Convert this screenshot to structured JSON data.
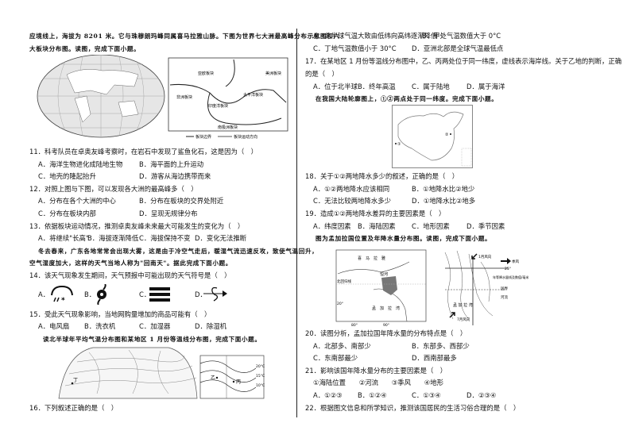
{
  "left": {
    "intro": [
      "应境线上，海拔为 8201 米。它与珠穆朗玛峰同属喜马拉雅山脉。下图为世界七大洲最高峰分布示意图和六",
      "大板块分布图。读图，完成下面小题。"
    ],
    "fig1": {
      "legend_boundary": "板块边界",
      "legend_motion": "板块运动方向",
      "plates": [
        "亚欧板块",
        "非洲板块",
        "印度洋板块",
        "太平洋板块",
        "美洲板块",
        "南极洲板块"
      ]
    },
    "q11": {
      "stem": "11．科考队员在卓奥友峰考察时，在岩石中发现了鲨鱼化石，这是因为（　）",
      "a": "A．海洋生物进化成陆地生物",
      "b": "B．海平面的上升运动",
      "c": "C．地壳的隆起抬升",
      "d": "D．游客从海边携带而来"
    },
    "q12": {
      "stem": "12．对照上图与下图，可以发现各大洲的最高峰多（　）",
      "a": "A．分布在各个大洲的中心",
      "b": "B．分布在板块的交界处附近",
      "c": "C．分布在板块内部",
      "d": "D．呈现无规律分布"
    },
    "q13": {
      "stem": "13．依据板块运动情况，推测卓奥友峰未来最大可能发生的变化为（　）",
      "a": "A．将继续\"长高\"",
      "b": "B．海拔逐渐降低",
      "c": "C．海拔保持不变",
      "d": "D．变化无法推断"
    },
    "passage2": [
      "冬去春来，广东各地常常会出现大雾，这是由于冷空气走后，暖湿气流迅速反攻，致使气温回升，",
      "空气湿度加大，这样的天气当地人称为\"回南天\"。据此完成下面小题。"
    ],
    "q14": {
      "stem": "14．该天气现象发生期间，天气预报中可能出现的天气符号是（　）",
      "a": "A．",
      "b": "B．",
      "c": "C．",
      "d": "D．"
    },
    "q15": {
      "stem": "15．受此天气现象影响，当地网购量增加的商品可能有（　）",
      "a": "A．电风扇",
      "b": "B．洗衣机",
      "c": "C．加湿器",
      "d": "D．除湿机"
    },
    "passage3": "读北半球年平均气温分布图和某地区 1 月份等温线分布图，完成下面小题。",
    "fig2": {
      "point_ding": "丁",
      "point_yi": "乙",
      "point_bing": "丙",
      "iso": [
        "20°C",
        "15°C",
        "10°C"
      ]
    },
    "q16": {
      "stem": "16．下列叙述正确的是（　）"
    }
  },
  "right": {
    "q16opts": {
      "a": "A．北半球气温大致由低纬向高纬逐渐降低",
      "b": "B．甲处气温数值大于 0°C",
      "c": "C．丁地气温数值小于 30°C",
      "d": "D．亚洲北部是全球气温最低点"
    },
    "q17": {
      "stem": "17．在某地区 1 月份等温线分布图中，乙、丙两处位于同一纬度，虚线表示海岸线。关于乙地的判断，正确",
      "stem2": "的是（　）",
      "a": "A．位于北半球",
      "b": "B．终年高温",
      "c": "C．属于陆地",
      "d": "D．属于海洋"
    },
    "passage4": "在我国大陆轮廓图上，①②两点处于同一纬度。完成下面小题。",
    "fig3": {
      "p1": "①",
      "p2": "②"
    },
    "q18": {
      "stem": "18．关于①②两地降水多少的叙述，正确的是（　）",
      "a": "A．①②两地降水应该相同",
      "b": "B．①地降水比②地少",
      "c": "C．无法比较两地降水多少",
      "d": "D．①地降水比②地多"
    },
    "q19": {
      "stem": "19．造成①②两地降水差异的主要因素是（　）",
      "a": "A．纬度因素",
      "b": "B．海陆因素",
      "c": "C．地形因素",
      "d": "D．季节因素"
    },
    "passage5": "图为孟加拉国位置及年降水量分布图。读图，完成下面小题。",
    "fig4": {
      "mountain": "喜　马　拉　雅",
      "river": "恒河",
      "tropic": "北回归线",
      "bay": "孟　加　拉　湾",
      "bay2": "孟 加 拉 湾",
      "lat20": "20°",
      "lon80": "80°",
      "lon90": "90°",
      "lat25": "25°",
      "jan_wind": "1月风向",
      "jul_wind": "7月风向",
      "legend_monsoon": "季风",
      "legend_isohyet": "年等降水量线及数值/毫米",
      "legend_border": "国界",
      "legend_river": "河流"
    },
    "q20": {
      "stem": "20．读图分析，孟加拉国年降水量的分布特点是（　）",
      "a": "A．北部多、南部少",
      "b": "B．东部多、西部少",
      "c": "C．东南部最少",
      "d": "D．西南部最多"
    },
    "q21": {
      "stem": "21．影响该国年降水量分布的主要因素是（　）",
      "items": "①海陆位置　　②河流　　③季风　　④地形",
      "a": "A．①②③",
      "b": "B．①②④",
      "c": "C．①③④",
      "d": "D．②③④"
    },
    "q22": {
      "stem": "22．根据图文信息和所学知识，推测该国居民的生活习俗合理的是（　）"
    }
  }
}
